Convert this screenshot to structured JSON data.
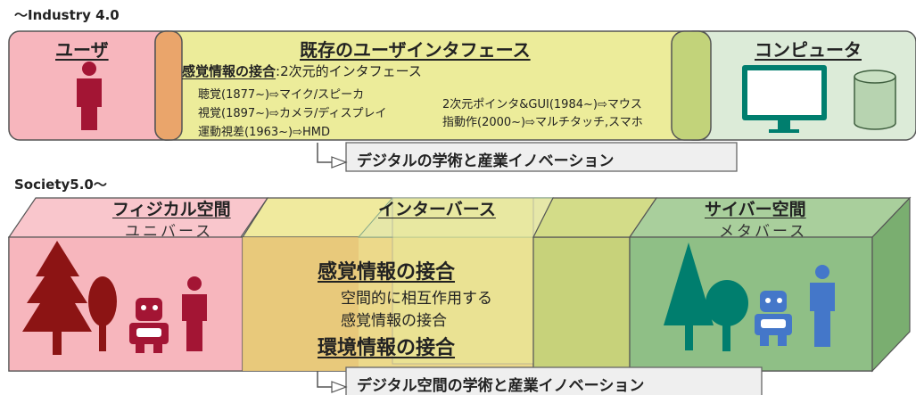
{
  "colors": {
    "user_bg": "#f7b6bd",
    "interface_bg": "#ecec9a",
    "computer_bg": "#dcebd8",
    "connector_orange": "#eaa56b",
    "connector_green": "#c2d37a",
    "figure_red": "#a31534",
    "tree_red": "#8c1414",
    "teal": "#007e6e",
    "blue": "#4477c9",
    "arrow_box": "#efefef"
  },
  "industry": {
    "era_label": "〜Industry 4.0",
    "user_title": "ユーザ",
    "interface_title": "既存のユーザインタフェース",
    "computer_title": "コンピュータ",
    "sensory_heading": "感覚情報の接合",
    "sensory_suffix": ":2次元的インタフェース",
    "items_left": [
      "聴覚(1877~)⇨マイク/スピーカ",
      "視覚(1897~)⇨カメラ/ディスプレイ",
      "運動視差(1963~)⇨HMD"
    ],
    "items_right": [
      "2次元ポインタ&GUI(1984~)⇨マウス",
      "指動作(2000~)⇨マルチタッチ,スマホ"
    ],
    "innovation_label": "デジタルの学術と産業イノベーション"
  },
  "society": {
    "era_label": "Society5.0〜",
    "physical_title": "フィジカル空間",
    "physical_sub": "ユニバース",
    "inter_title": "インターバース",
    "cyber_title": "サイバー空間",
    "cyber_sub": "メタバース",
    "center_heading_1": "感覚情報の接合",
    "center_line_1": "空間的に相互作用する",
    "center_line_2": "感覚情報の接合",
    "center_heading_2": "環境情報の接合",
    "innovation_label": "デジタル空間の学術と産業イノベーション"
  }
}
